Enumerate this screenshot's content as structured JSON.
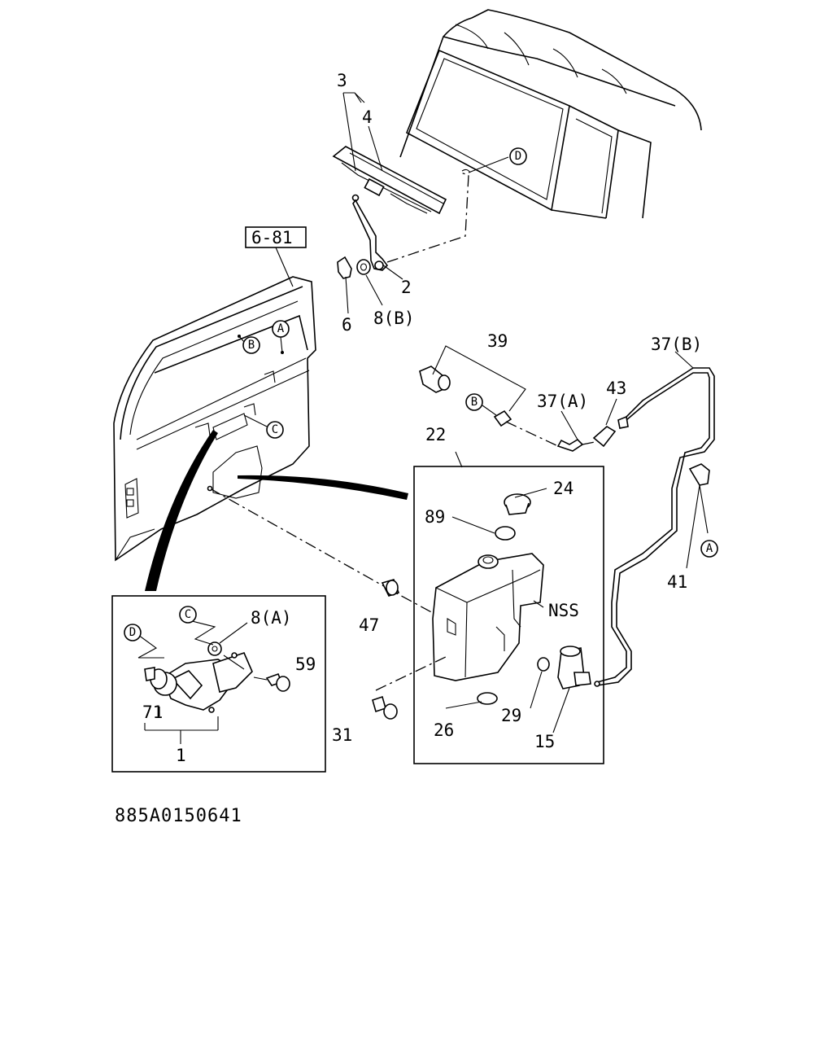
{
  "figure_code": "885A0150641",
  "callouts": {
    "c1": "1",
    "c2": "2",
    "c3": "3",
    "c4": "4",
    "c6": "6",
    "c8b": "8(B)",
    "c8a": "8(A)",
    "c15": "15",
    "c22": "22",
    "c24": "24",
    "c26": "26",
    "c29": "29",
    "c31": "31",
    "c37a": "37(A)",
    "c37b": "37(B)",
    "c39": "39",
    "c41": "41",
    "c43": "43",
    "c47": "47",
    "c59": "59",
    "c71": "71",
    "c89": "89",
    "nss": "NSS"
  },
  "ref_box": "6-81",
  "markers": {
    "a": "A",
    "b": "B",
    "c": "C",
    "d": "D"
  },
  "colors": {
    "line": "#000000",
    "background": "#ffffff"
  }
}
